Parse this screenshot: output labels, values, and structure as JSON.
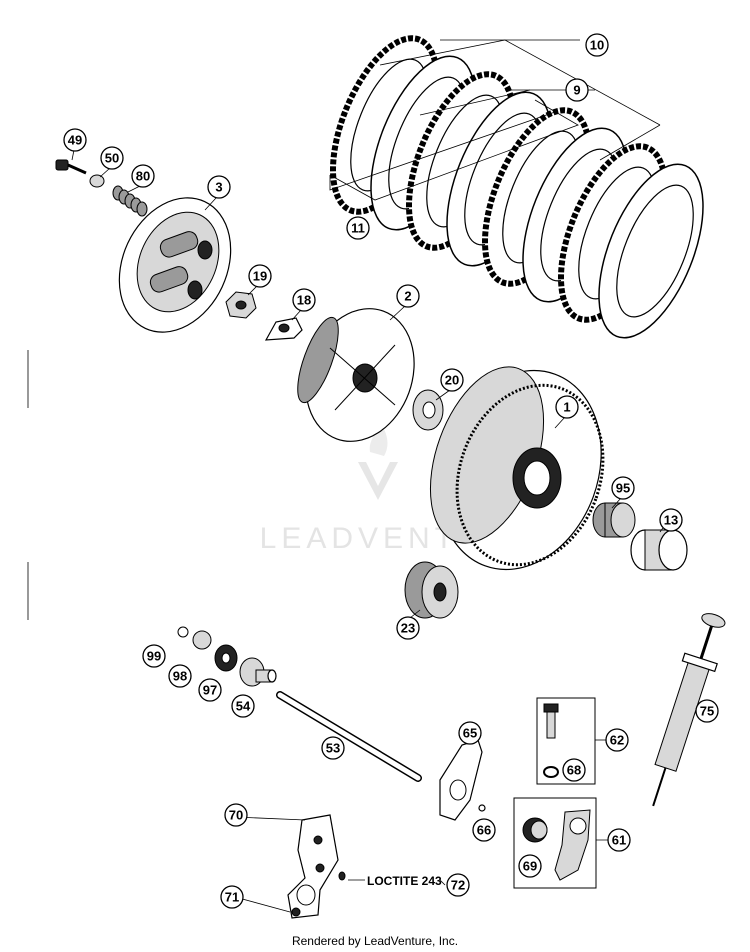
{
  "diagram": {
    "watermark": "LEADVENTURE",
    "footer": "Rendered by LeadVenture, Inc.",
    "note": "LOCTITE 243",
    "callouts": [
      "10",
      "9",
      "11",
      "49",
      "50",
      "80",
      "3",
      "19",
      "18",
      "2",
      "20",
      "1",
      "95",
      "13",
      "23",
      "99",
      "98",
      "97",
      "54",
      "53",
      "65",
      "66",
      "62",
      "68",
      "75",
      "61",
      "69",
      "70",
      "71",
      "72"
    ]
  }
}
